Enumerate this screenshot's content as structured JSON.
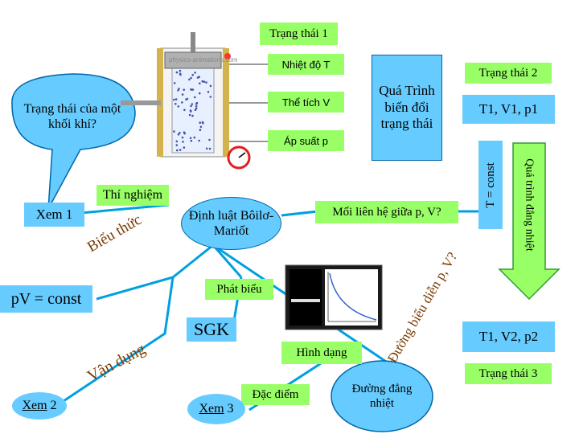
{
  "title": "Trạng thái 1",
  "params": {
    "temperature": "Nhiệt độ T",
    "volume": "Thể tích V",
    "pressure": "Áp suất p",
    "watermark": "physics-animations.com"
  },
  "process_box": "Quá Trình biến đổi trạng thái",
  "state2": {
    "title": "Trạng thái 2",
    "values": "T1, V1, p1"
  },
  "state3": {
    "title": "Trạng thái 3",
    "values": "T1, V2, p2"
  },
  "callout": "Trạng thái của một khối khí?",
  "t_const": "T = const",
  "isothermal_process": "Quá trình đẳng nhiệt",
  "experiment": "Thí nghiệm",
  "see1": "Xem 1",
  "law": "Định luật Bôilơ-Mariốt",
  "relation": "Mối liên hệ giữa p, V?",
  "expression": "Biểu thức",
  "formula": "pV = const",
  "statement": "Phát biểu",
  "sgk": "SGK",
  "graph_label": "Đường biểu diễn p, V?",
  "shape": "Hình dạng",
  "application": "Vận dụng",
  "see2": {
    "link": "Xem",
    "num": "2"
  },
  "feature": "Đặc điểm",
  "see3": {
    "link": "Xem",
    "num": "3"
  },
  "isotherm": "Đường đẳng nhiệt",
  "colors": {
    "green": "#99ff66",
    "cyan": "#66ccff",
    "callout": "#66ccff",
    "arrow": "#99ff66"
  }
}
